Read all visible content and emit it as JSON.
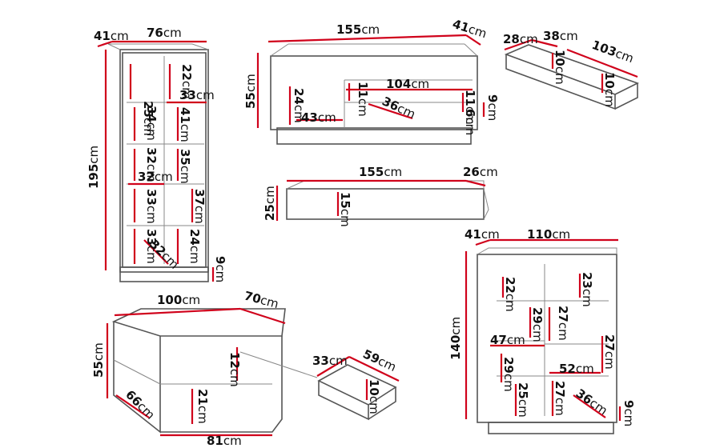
{
  "colors": {
    "dimension_line": "#d0021b",
    "outline": "#555555",
    "text": "#111111"
  },
  "unit": "cm",
  "tall_cabinet": {
    "depth": "41",
    "width": "76",
    "height": "195",
    "dims": [
      "25",
      "22",
      "33",
      "34",
      "41",
      "32",
      "35",
      "32",
      "33",
      "37",
      "33",
      "32",
      "24",
      "9"
    ]
  },
  "tv_unit": {
    "width": "155",
    "depth": "41",
    "height": "55",
    "dims": [
      "104",
      "24",
      "43",
      "11",
      "36",
      "11",
      "6",
      "9"
    ]
  },
  "drawer_small": {
    "d1": "28",
    "d2": "38",
    "d3": "103",
    "d4": "10",
    "d5": "10"
  },
  "wall_shelf": {
    "width": "155",
    "depth": "26",
    "height": "25",
    "inner": "15"
  },
  "coffee_table": {
    "width": "100",
    "depth": "70",
    "height": "55",
    "d1": "12",
    "d2": "66",
    "d3": "21",
    "bottom": "81"
  },
  "table_drawer": {
    "d1": "33",
    "d2": "59",
    "d3": "10"
  },
  "sideboard": {
    "depth": "41",
    "width": "110",
    "height": "140",
    "dims": [
      "22",
      "23",
      "29",
      "27",
      "47",
      "27",
      "29",
      "52",
      "25",
      "27",
      "36",
      "9"
    ]
  }
}
